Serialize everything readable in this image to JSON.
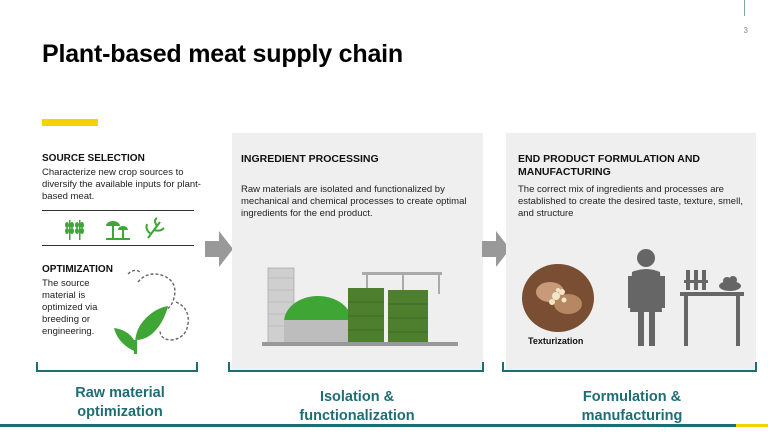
{
  "slide": {
    "title": "Plant-based meat supply chain",
    "page_number": "3"
  },
  "source_selection": {
    "heading": "SOURCE SELECTION",
    "text": "Characterize new crop sources to diversify the available inputs for plant-based meat."
  },
  "optimization": {
    "heading": "OPTIMIZATION",
    "text": "The source material is optimized via breeding or engineering."
  },
  "ingredient_processing": {
    "heading": "INGREDIENT PROCESSING",
    "text": "Raw materials are isolated and functionalized by mechanical and chemical processes to create optimal ingredients for the end product."
  },
  "end_product": {
    "heading": "END PRODUCT FORMULATION AND MANUFACTURING",
    "text": "The correct mix of ingredients and processes are established to create the desired taste, texture, smell, and structure",
    "caption": "Texturization"
  },
  "stages": {
    "raw": "Raw material optimization",
    "isolation": "Isolation & functionalization",
    "formulation": "Formulation & manufacturing"
  },
  "colors": {
    "accent_yellow": "#f2d400",
    "teal": "#1f6d74",
    "plant_green": "#3fa535",
    "panel_gray": "#efefef"
  },
  "icons": [
    "wheat-icon",
    "mushroom-icon",
    "herb-icon",
    "seedling-icon",
    "factory-icon",
    "person-icon"
  ]
}
